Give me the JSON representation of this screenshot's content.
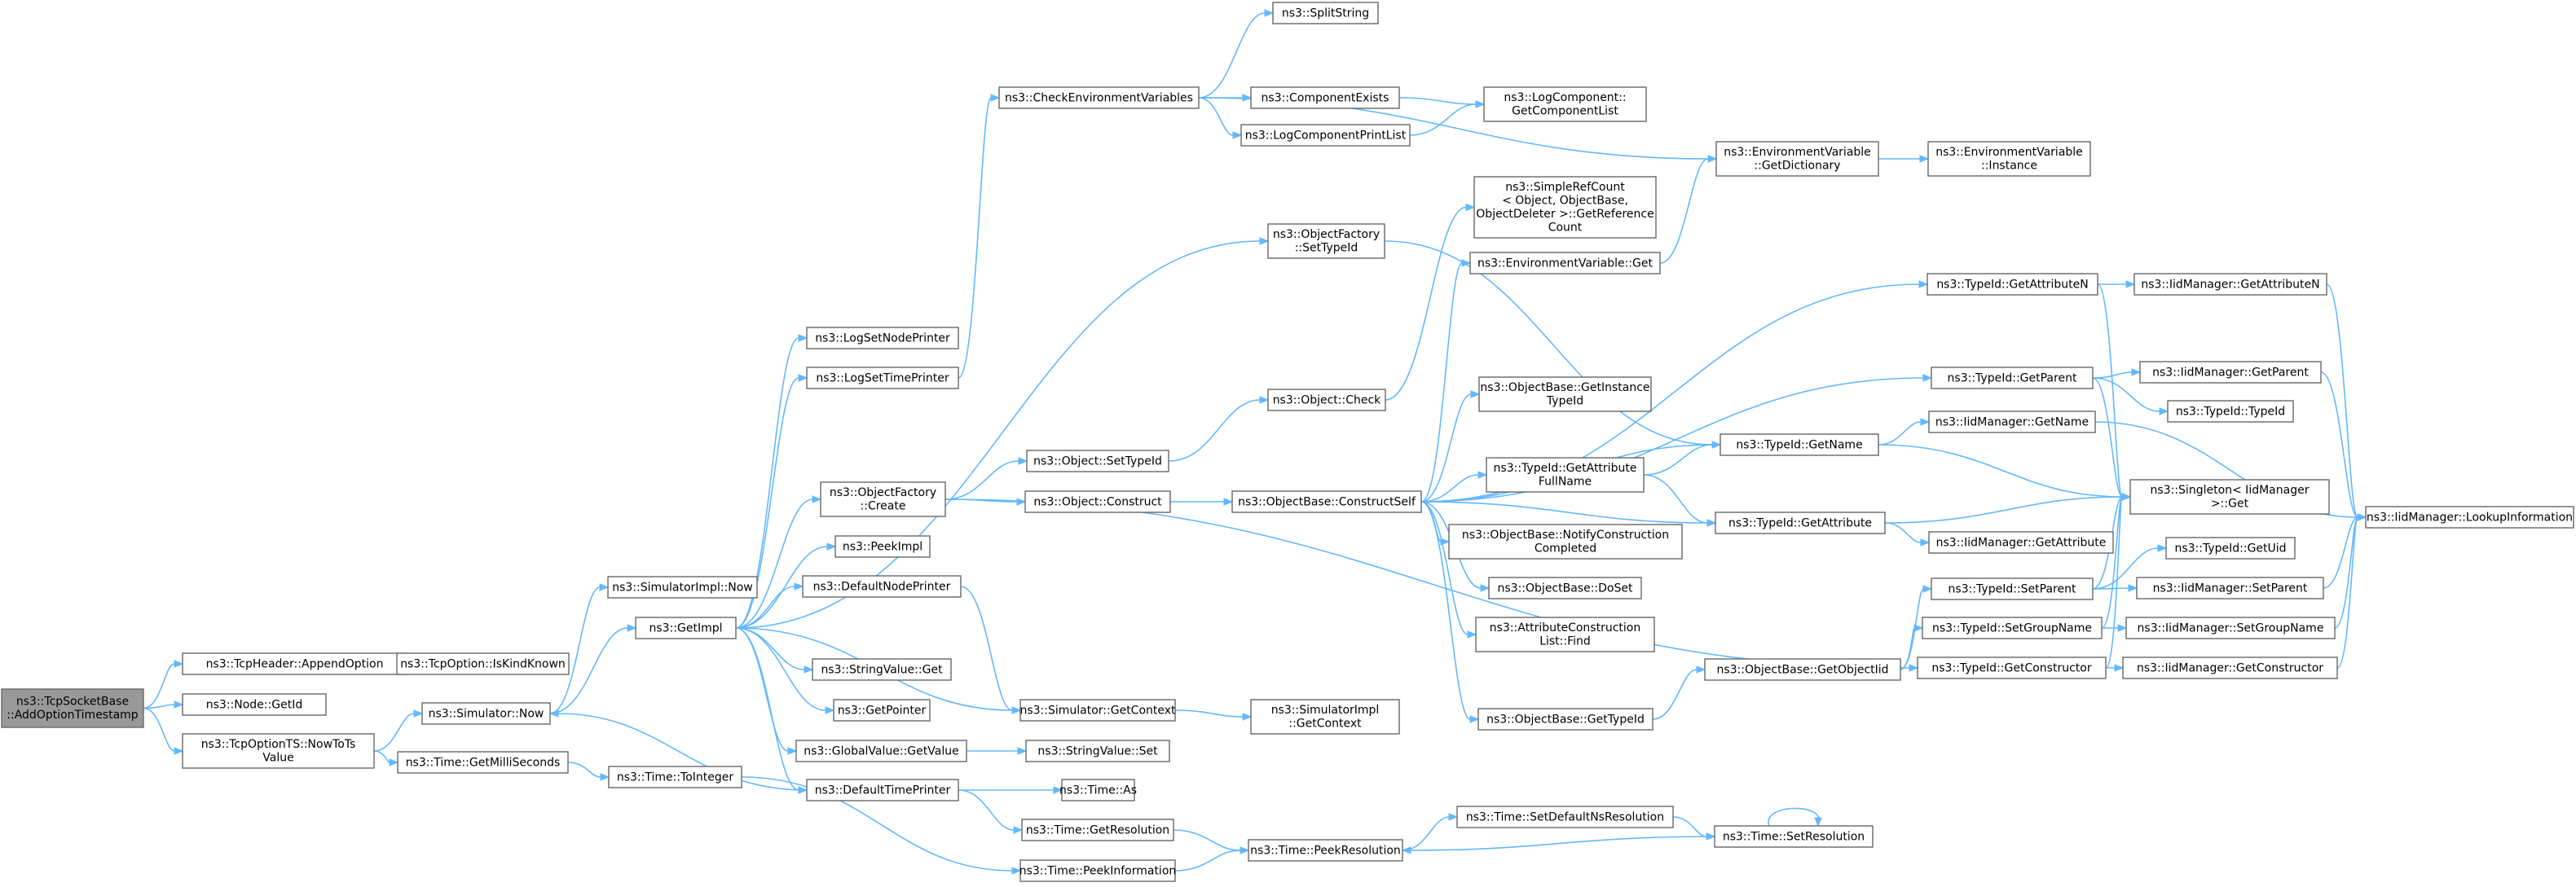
{
  "nodes": [
    {
      "id": "root",
      "lines": [
        "ns3::TcpSocketBase",
        "::AddOptionTimestamp"
      ],
      "root": true
    },
    {
      "id": "append",
      "lines": [
        "ns3::TcpHeader::AppendOption"
      ]
    },
    {
      "id": "nodegetid",
      "lines": [
        "ns3::Node::GetId"
      ]
    },
    {
      "id": "nowtots",
      "lines": [
        "ns3::TcpOptionTS::NowToTs",
        "Value"
      ]
    },
    {
      "id": "iskind",
      "lines": [
        "ns3::TcpOption::IsKindKnown"
      ]
    },
    {
      "id": "simnow",
      "lines": [
        "ns3::Simulator::Now"
      ]
    },
    {
      "id": "getms",
      "lines": [
        "ns3::Time::GetMilliSeconds"
      ]
    },
    {
      "id": "simimplnow",
      "lines": [
        "ns3::SimulatorImpl::Now"
      ]
    },
    {
      "id": "getimpl",
      "lines": [
        "ns3::GetImpl"
      ]
    },
    {
      "id": "tointeger",
      "lines": [
        "ns3::Time::ToInteger"
      ]
    },
    {
      "id": "lognode",
      "lines": [
        "ns3::LogSetNodePrinter"
      ]
    },
    {
      "id": "logtime",
      "lines": [
        "ns3::LogSetTimePrinter"
      ]
    },
    {
      "id": "ofcreate",
      "lines": [
        "ns3::ObjectFactory",
        "::Create"
      ]
    },
    {
      "id": "peekimpl",
      "lines": [
        "ns3::PeekImpl"
      ]
    },
    {
      "id": "defnode",
      "lines": [
        "ns3::DefaultNodePrinter"
      ]
    },
    {
      "id": "strget",
      "lines": [
        "ns3::StringValue::Get"
      ]
    },
    {
      "id": "getptr",
      "lines": [
        "ns3::GetPointer"
      ]
    },
    {
      "id": "gvget",
      "lines": [
        "ns3::GlobalValue::GetValue"
      ]
    },
    {
      "id": "deftime",
      "lines": [
        "ns3::DefaultTimePrinter"
      ]
    },
    {
      "id": "checkenv",
      "lines": [
        "ns3::CheckEnvironmentVariables"
      ]
    },
    {
      "id": "ofsettid",
      "lines": [
        "ns3::ObjectFactory",
        "::SetTypeId"
      ]
    },
    {
      "id": "objsettid",
      "lines": [
        "ns3::Object::SetTypeId"
      ]
    },
    {
      "id": "objconstruct",
      "lines": [
        "ns3::Object::Construct"
      ]
    },
    {
      "id": "simgetctx",
      "lines": [
        "ns3::Simulator::GetContext"
      ]
    },
    {
      "id": "strset",
      "lines": [
        "ns3::StringValue::Set"
      ]
    },
    {
      "id": "timeas",
      "lines": [
        "ns3::Time::As"
      ]
    },
    {
      "id": "getres",
      "lines": [
        "ns3::Time::GetResolution"
      ]
    },
    {
      "id": "peekinfo",
      "lines": [
        "ns3::Time::PeekInformation"
      ]
    },
    {
      "id": "split",
      "lines": [
        "ns3::SplitString"
      ]
    },
    {
      "id": "compexists",
      "lines": [
        "ns3::ComponentExists"
      ]
    },
    {
      "id": "logprint",
      "lines": [
        "ns3::LogComponentPrintList"
      ]
    },
    {
      "id": "objcheck",
      "lines": [
        "ns3::Object::Check"
      ]
    },
    {
      "id": "construct",
      "lines": [
        "ns3::ObjectBase::ConstructSelf"
      ]
    },
    {
      "id": "simimplctx",
      "lines": [
        "ns3::SimulatorImpl",
        "::GetContext"
      ]
    },
    {
      "id": "peekres",
      "lines": [
        "ns3::Time::PeekResolution"
      ]
    },
    {
      "id": "getcomplist",
      "lines": [
        "ns3::LogComponent::",
        "GetComponentList"
      ]
    },
    {
      "id": "refcount",
      "lines": [
        "ns3::SimpleRefCount",
        "< Object, ObjectBase,",
        "ObjectDeleter >::GetReference",
        "Count"
      ]
    },
    {
      "id": "envget",
      "lines": [
        "ns3::EnvironmentVariable::Get"
      ]
    },
    {
      "id": "getinst",
      "lines": [
        "ns3::ObjectBase::GetInstance",
        "TypeId"
      ]
    },
    {
      "id": "attrfull",
      "lines": [
        "ns3::TypeId::GetAttribute",
        "FullName"
      ]
    },
    {
      "id": "notify",
      "lines": [
        "ns3::ObjectBase::NotifyConstruction",
        "Completed"
      ]
    },
    {
      "id": "doset",
      "lines": [
        "ns3::ObjectBase::DoSet"
      ]
    },
    {
      "id": "attrfind",
      "lines": [
        "ns3::AttributeConstruction",
        "List::Find"
      ]
    },
    {
      "id": "obgettid",
      "lines": [
        "ns3::ObjectBase::GetTypeId"
      ]
    },
    {
      "id": "obgetiid",
      "lines": [
        "ns3::ObjectBase::GetObjectIid"
      ]
    },
    {
      "id": "setdefres",
      "lines": [
        "ns3::Time::SetDefaultNsResolution"
      ]
    },
    {
      "id": "envdict",
      "lines": [
        "ns3::EnvironmentVariable",
        "::GetDictionary"
      ]
    },
    {
      "id": "tgetattrn",
      "lines": [
        "ns3::TypeId::GetAttributeN"
      ]
    },
    {
      "id": "tgetparent",
      "lines": [
        "ns3::TypeId::GetParent"
      ]
    },
    {
      "id": "tgetname",
      "lines": [
        "ns3::TypeId::GetName"
      ]
    },
    {
      "id": "tgetattr",
      "lines": [
        "ns3::TypeId::GetAttribute"
      ]
    },
    {
      "id": "tsetparent",
      "lines": [
        "ns3::TypeId::SetParent"
      ]
    },
    {
      "id": "tsetgroup",
      "lines": [
        "ns3::TypeId::SetGroupName"
      ]
    },
    {
      "id": "tgetctor",
      "lines": [
        "ns3::TypeId::GetConstructor"
      ]
    },
    {
      "id": "setres",
      "lines": [
        "ns3::Time::SetResolution"
      ]
    },
    {
      "id": "envinst",
      "lines": [
        "ns3::EnvironmentVariable",
        "::Instance"
      ]
    },
    {
      "id": "iidgetattrn",
      "lines": [
        "ns3::IidManager::GetAttributeN"
      ]
    },
    {
      "id": "iidgetparent",
      "lines": [
        "ns3::IidManager::GetParent"
      ]
    },
    {
      "id": "ttypeid",
      "lines": [
        "ns3::TypeId::TypeId"
      ]
    },
    {
      "id": "iidgetname",
      "lines": [
        "ns3::IidManager::GetName"
      ]
    },
    {
      "id": "singleton",
      "lines": [
        "ns3::Singleton< IidManager",
        ">::Get"
      ]
    },
    {
      "id": "iidgetattr",
      "lines": [
        "ns3::IidManager::GetAttribute"
      ]
    },
    {
      "id": "tgetuid",
      "lines": [
        "ns3::TypeId::GetUid"
      ]
    },
    {
      "id": "iidsetparent",
      "lines": [
        "ns3::IidManager::SetParent"
      ]
    },
    {
      "id": "iidsetgroup",
      "lines": [
        "ns3::IidManager::SetGroupName"
      ]
    },
    {
      "id": "iidgetctor",
      "lines": [
        "ns3::IidManager::GetConstructor"
      ]
    },
    {
      "id": "lookup",
      "lines": [
        "ns3::IidManager::LookupInformation"
      ]
    }
  ]
}
